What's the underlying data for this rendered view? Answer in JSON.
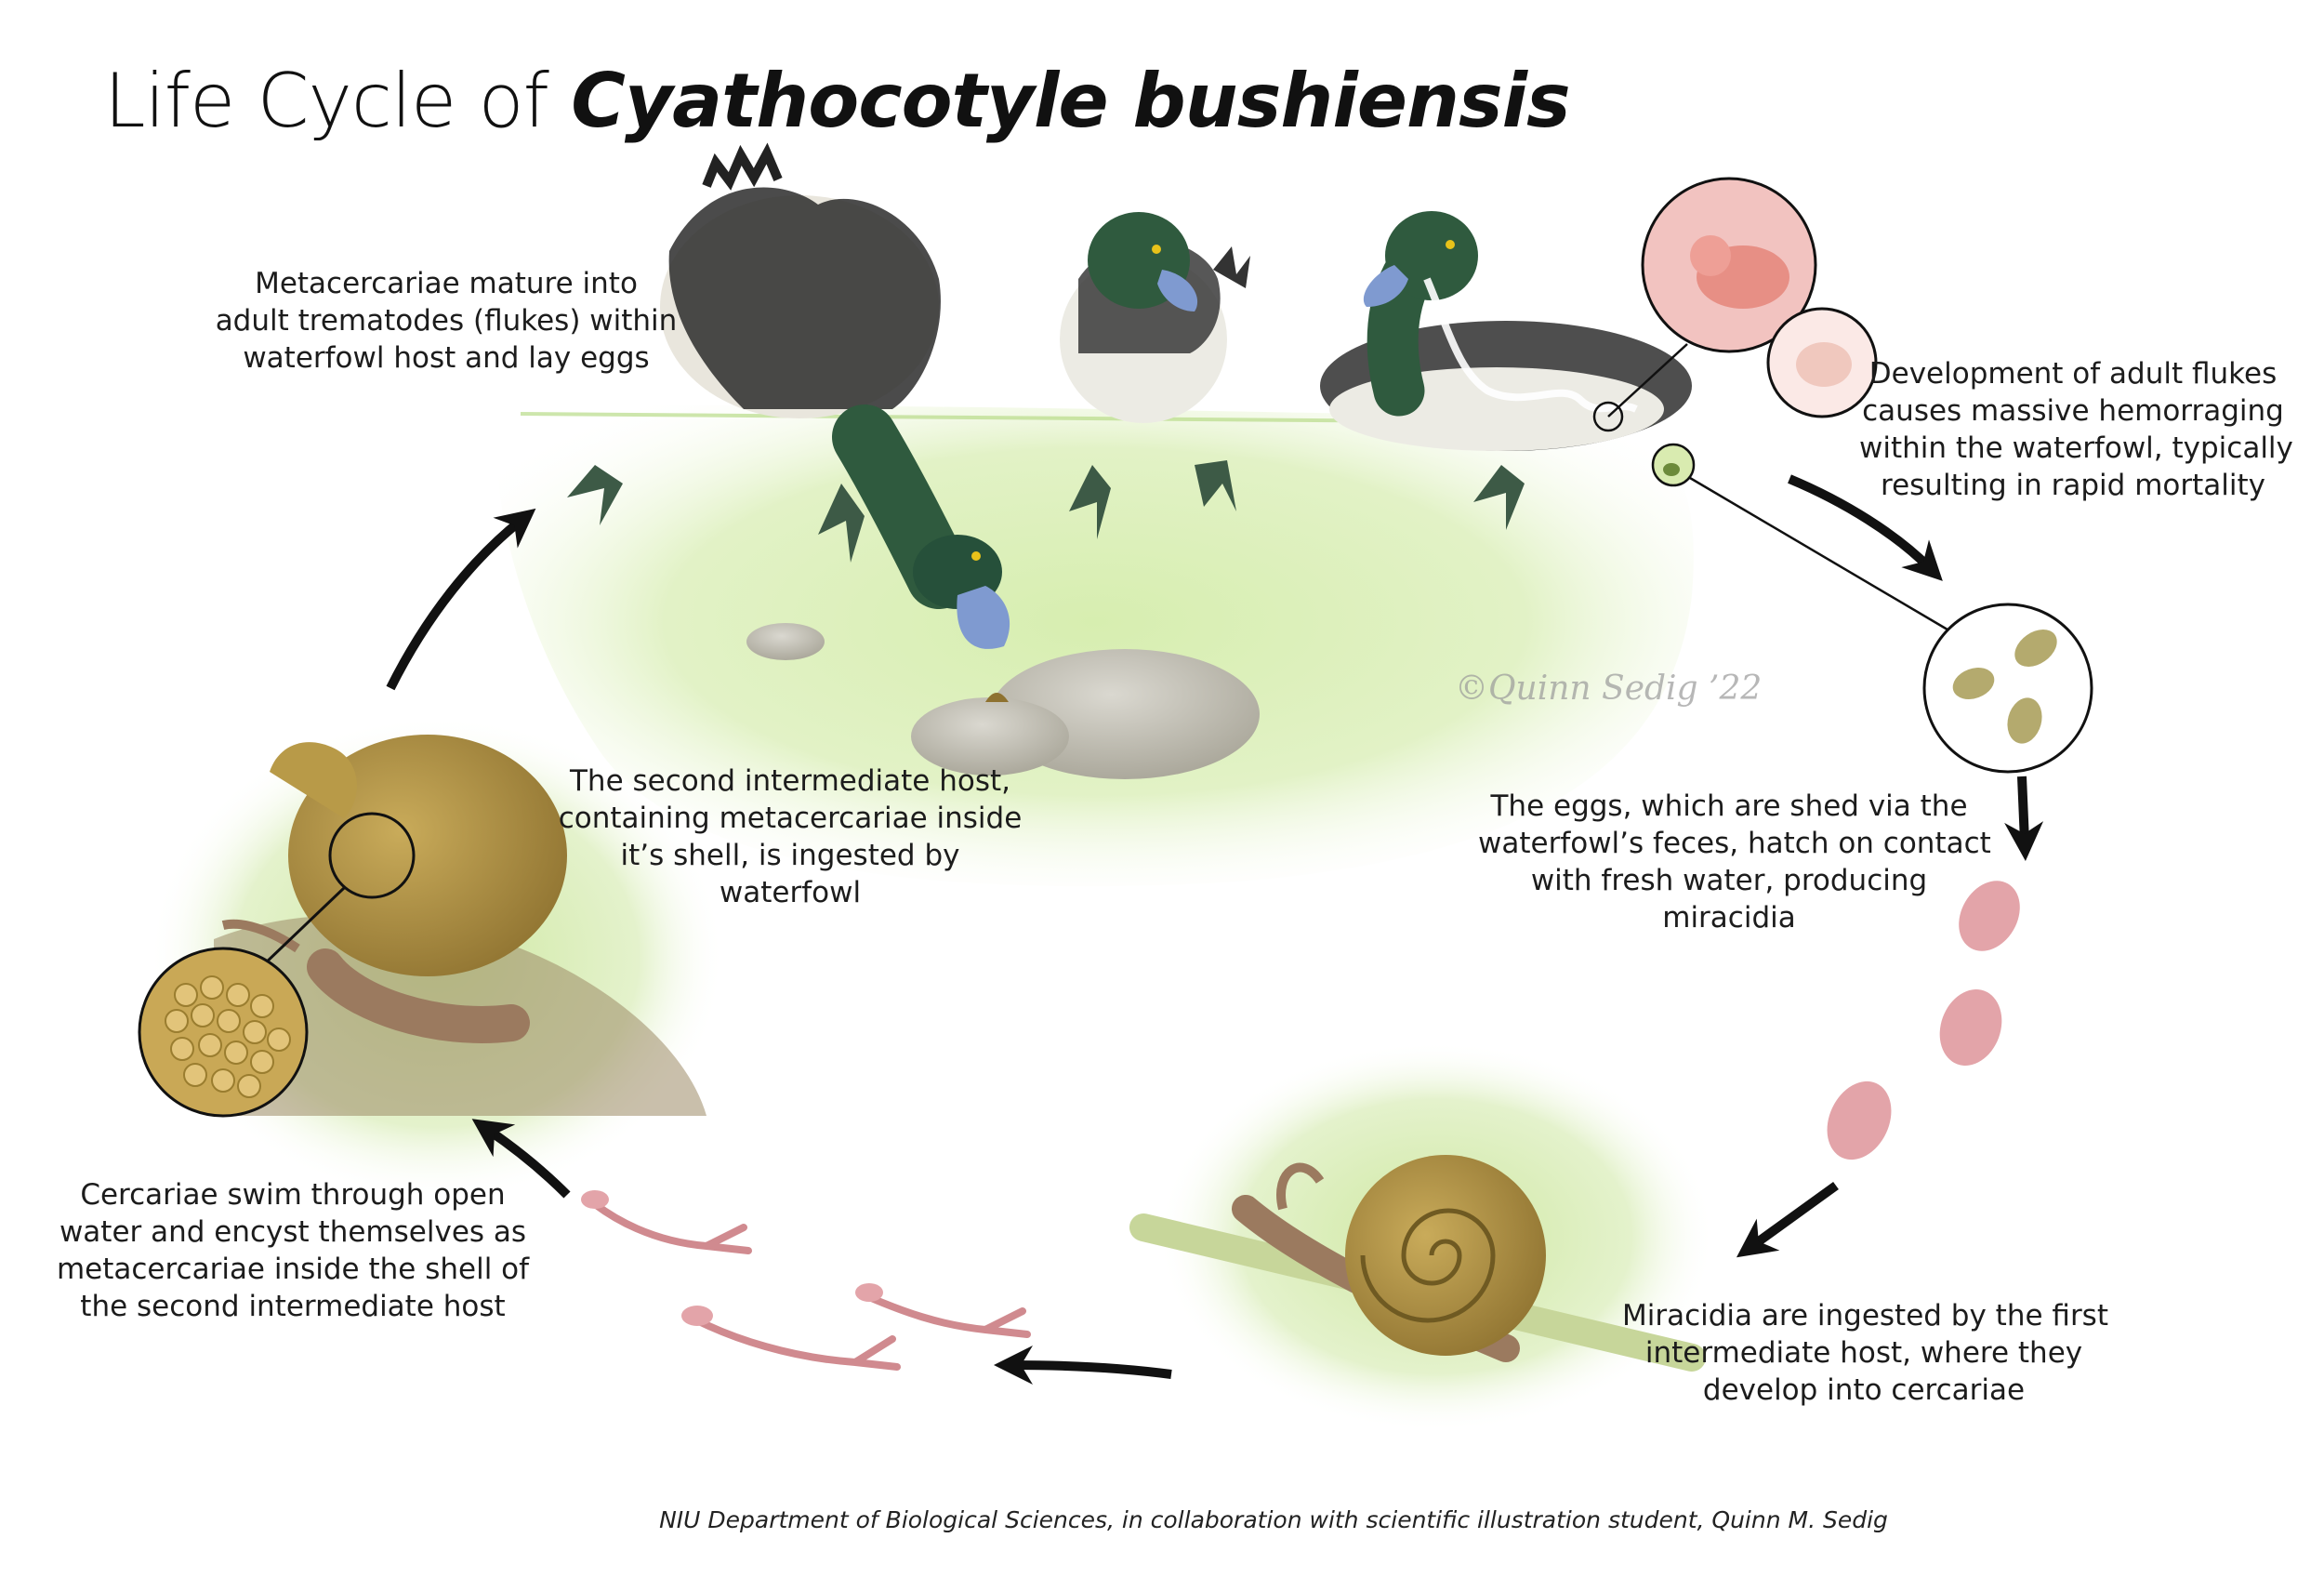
{
  "title": {
    "prefix": "Life Cycle of",
    "species": "Cyathocotyle bushiensis"
  },
  "stages": {
    "adult": {
      "lines": [
        "Metacercariae mature into",
        "adult trematodes (flukes) within",
        "waterfowl host and lay eggs"
      ]
    },
    "hemorrhage": {
      "lines": [
        "Development of adult flukes",
        "causes massive hemorraging",
        "within the waterfowl, typically",
        "resulting in rapid mortality"
      ]
    },
    "eggs": {
      "lines": [
        "The eggs, which are shed via the",
        "waterfowl’s feces, hatch on contact",
        "with fresh water, producing",
        "miracidia"
      ]
    },
    "miracidia": {
      "lines": [
        "Miracidia are ingested by the first",
        "intermediate host, where they",
        "develop into cercariae"
      ]
    },
    "cercariae": {
      "lines": [
        "Cercariae swim through open",
        "water and encyst themselves as",
        "metacercariae inside the shell of",
        "the second intermediate host"
      ]
    },
    "ingestion": {
      "lines": [
        "The second intermediate host,",
        "containing metacercariae inside",
        "it’s shell, is ingested by",
        "waterfowl"
      ]
    }
  },
  "signature": "©Quinn Sedig ’22",
  "credit": "NIU Department of Biological Sciences, in collaboration with scientific illustration student, Quinn M. Sedig",
  "colors": {
    "water": "#cfe8a6",
    "duck_head": "#2f5a3e",
    "duck_bill": "#7f9ad0",
    "snail_shell": "#a8893a",
    "parasite_pink": "#e3a4a9",
    "egg": "#b4aa6e",
    "arrow": "#111111"
  }
}
